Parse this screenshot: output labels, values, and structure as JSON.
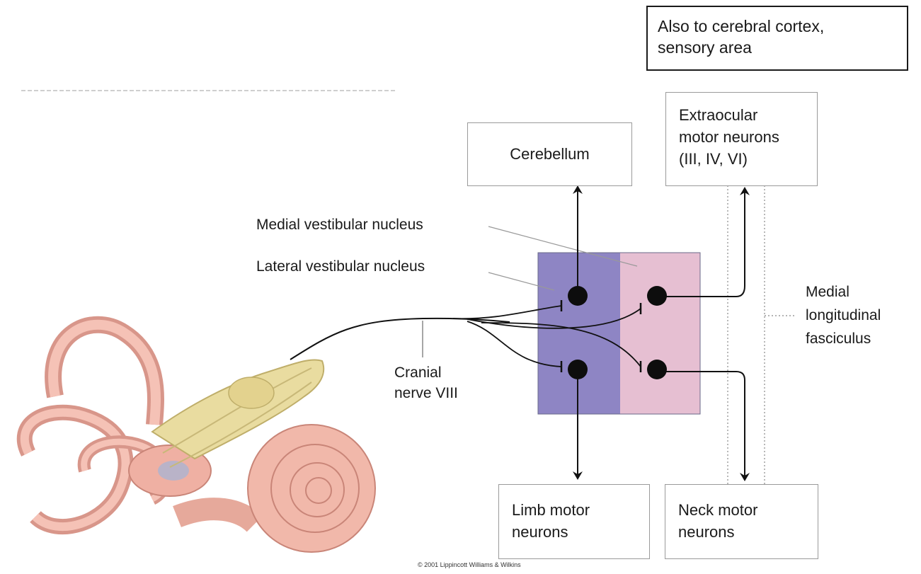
{
  "boxes": {
    "cortex": "Also to cerebral cortex,\nsensory area",
    "cerebellum": "Cerebellum",
    "extraocular": "Extraocular\nmotor neurons\n(III, IV, VI)",
    "limb": "Limb motor\nneurons",
    "neck": "Neck motor\nneurons"
  },
  "labels": {
    "medial_nucleus": "Medial vestibular nucleus",
    "lateral_nucleus": "Lateral vestibular nucleus",
    "cranial_nerve": "Cranial\nnerve VIII",
    "mlf": "Medial\nlongitudinal\nfasciculus"
  },
  "credit": "© 2001 Lippincott Williams & Wilkins",
  "colors": {
    "lateral_nucleus_fill": "#8e85c4",
    "medial_nucleus_fill": "#e6bfd2",
    "ear_pink": "#f0b4a8",
    "nerve_yellow": "#e9dca0"
  }
}
